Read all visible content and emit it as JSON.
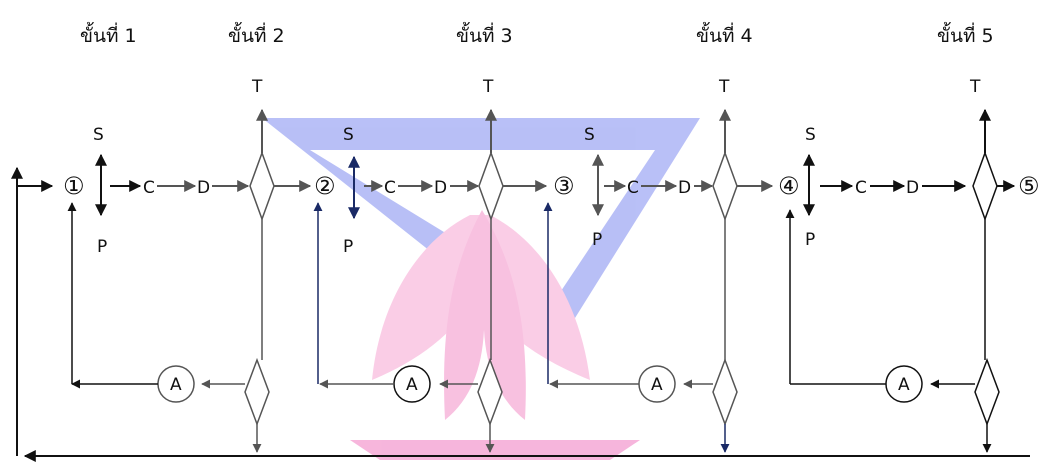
{
  "stages": [
    "ขั้นที่ 1",
    "ขั้นที่ 2",
    "ขั้นที่ 3",
    "ขั้นที่ 4",
    "ขั้นที่ 5"
  ],
  "nodes": [
    "①",
    "②",
    "③",
    "④",
    "⑤"
  ],
  "labels": {
    "s": "S",
    "p": "P",
    "c": "C",
    "d": "D",
    "t": "T",
    "a": "A"
  }
}
